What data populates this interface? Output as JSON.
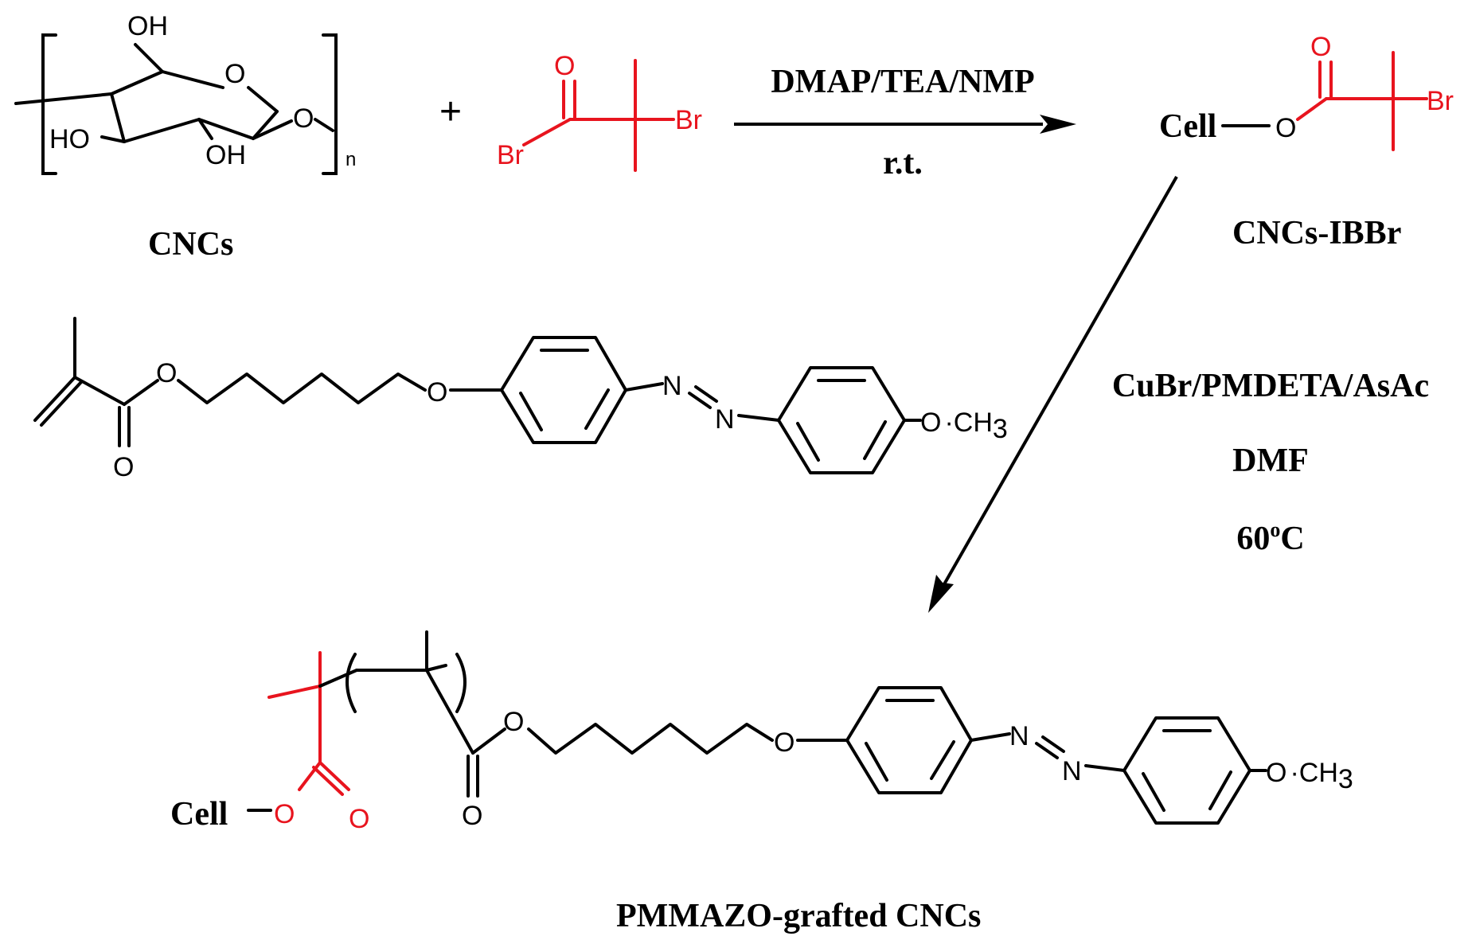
{
  "colors": {
    "black": "#000000",
    "red": "#e8141e"
  },
  "labels": {
    "cncs": "CNCs",
    "cncs_ibbr": "CNCs-IBBr",
    "product": "PMMAZO-grafted CNCs",
    "cell": "Cell"
  },
  "reaction1": {
    "conditions_top": "DMAP/TEA/NMP",
    "conditions_bottom": "r.t."
  },
  "reaction2": {
    "line1": "CuBr/PMDETA/AsAc",
    "line2": "DMF",
    "line3_value": "60",
    "line3_sup": "o",
    "line3_unit": "C"
  },
  "atoms": {
    "oh": "OH",
    "ho": "HO",
    "o": "O",
    "n_sub": "n",
    "br": "Br",
    "n": "N",
    "och3_prefix": "O",
    "ch": "CH",
    "three": "3",
    "plus": "+"
  }
}
